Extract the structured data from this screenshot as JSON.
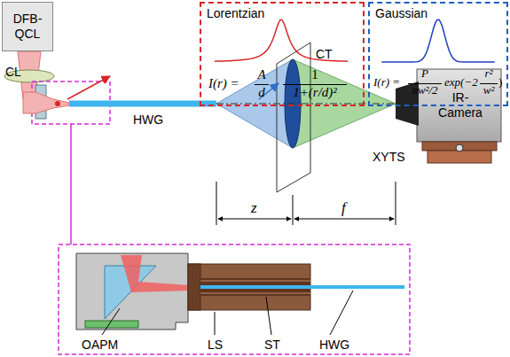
{
  "diagram": {
    "nodes": [
      {
        "text": [
          "DFB-QCL"
        ]
      },
      {
        "text": [
          "Lorentzian",
          "I(r) =",
          "A",
          "d",
          "1",
          "1+(r/d)²"
        ]
      },
      {
        "text": [
          "Gaussian",
          "I(r) =",
          "P",
          "πw²/2",
          "exp(−2",
          "r²",
          "w²",
          ")"
        ]
      },
      {
        "text": [
          "IR-Camera"
        ]
      }
    ],
    "labels": [
      "CL",
      "HWG",
      "CT",
      "XYTS",
      "z",
      "f",
      "OAPM",
      "LS",
      "ST",
      "HWG"
    ]
  }
}
